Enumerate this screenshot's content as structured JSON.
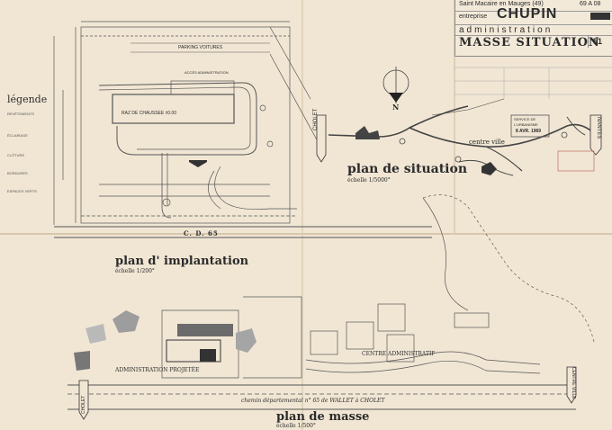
{
  "title_block": {
    "location": "Saint Macaire en Mauges (49)",
    "ref": "69 A 08",
    "enterprise_label": "entreprise",
    "company": "CHUPIN",
    "building": "administration",
    "sheet_title": "MASSE SITUATION",
    "sheet_number": "51"
  },
  "implantation": {
    "title": "plan d' implantation",
    "scale": "échelle 1/200°",
    "road_label": "C. D. 65",
    "legend_title": "légende",
    "building_label": "RAZ DE CHAUSSEE ±0.00",
    "parking_label": "PARKING  VOITURES",
    "entrance_label": "ACCÈS ADMINISTRATION",
    "legend_items": [
      "REVÊTEMENTS",
      "ÉCLAIRAGE",
      "CLÔTURE",
      "BORDURES",
      "ESPACES VERTS"
    ]
  },
  "situation": {
    "title": "plan de situation",
    "scale": "échelle 1/5000°",
    "centre": "centre ville",
    "cholet": "CHOLET",
    "nantes": "NANTES",
    "north": "N"
  },
  "masse": {
    "title": "plan de masse",
    "scale": "échelle 1/500°",
    "admin_project": "ADMINISTRATION PROJETÉE",
    "centre_admin": "CENTRE ADMINISTRATIF",
    "road": "chemin départemental n° 65  de  WALLET à CHOLET",
    "cholet": "CHOLET",
    "centre_ville": "CENTRE VILLE"
  },
  "stamp": {
    "line1": "SERVICE DE",
    "line2": "L'URBANISME",
    "date": "8 AVR. 1969"
  }
}
